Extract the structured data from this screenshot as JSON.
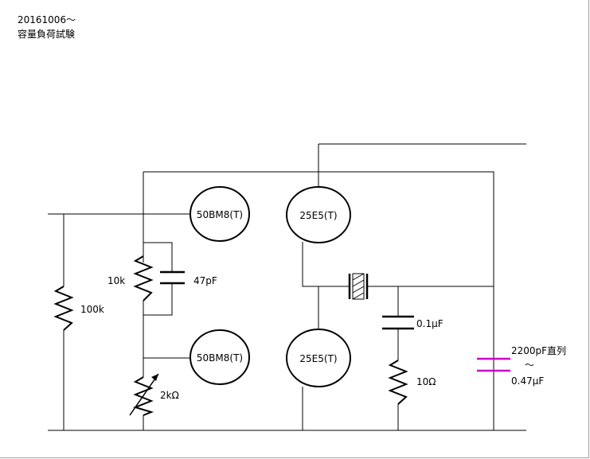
{
  "header": {
    "date": "20161006～",
    "title": "容量負荷試験"
  },
  "tubes": {
    "upper_left": "50BM8(T)",
    "lower_left": "50BM8(T)",
    "upper_right": "25E5(T)",
    "lower_right": "25E5(T)"
  },
  "components": {
    "r_100k": "100k",
    "r_10k": "10k",
    "c_47pf": "47pF",
    "vr_2k": "2kΩ",
    "c_01uf": "0.1μF",
    "r_10ohm": "10Ω",
    "load_line1": "2200pF直列",
    "load_line2": "～",
    "load_line3": "0.47μF"
  },
  "colors": {
    "wire": "#000000",
    "load_capacitor": "#cc00cc"
  }
}
